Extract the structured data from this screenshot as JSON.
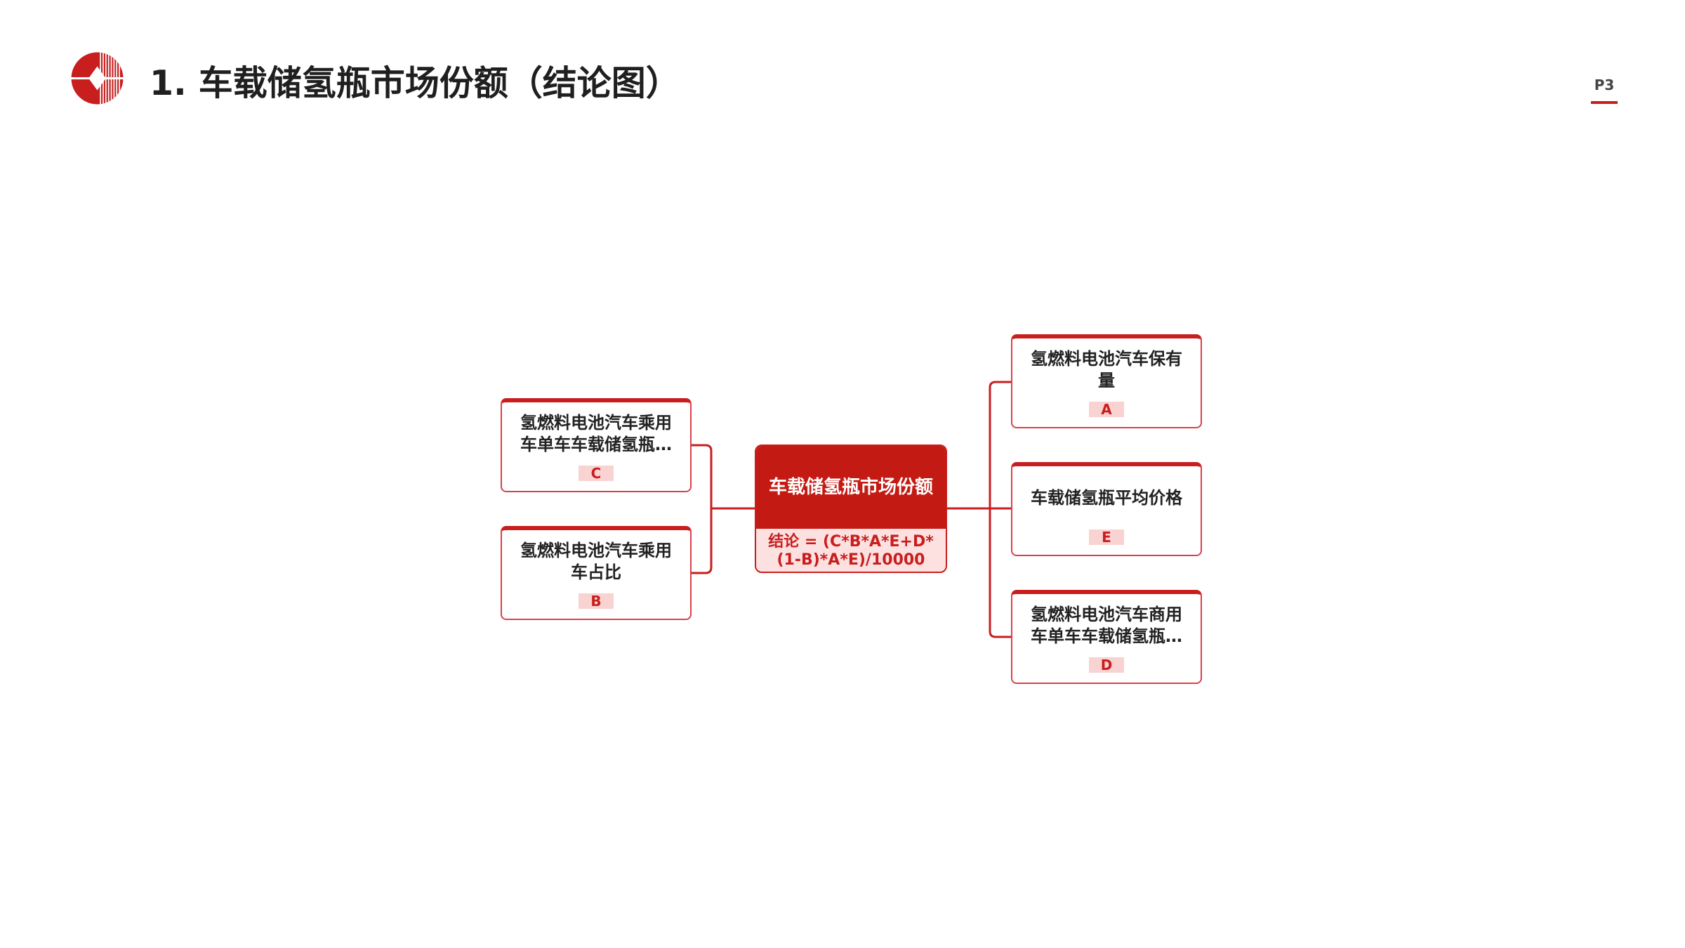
{
  "header": {
    "title": "1.  车载储氢瓶市场份额（结论图）",
    "page_number": "P3"
  },
  "colors": {
    "accent": "#c81e1e",
    "tag_background": "#f9d2d2",
    "formula_background": "#fde0e0"
  },
  "diagram": {
    "center": {
      "title": "车载储氢瓶市场份额",
      "formula_line1": "结论 = (C*B*A*E+D*",
      "formula_line2": "(1-B)*A*E)/10000"
    },
    "left": [
      {
        "label": "氢燃料电池汽车乘用车单车车载储氢瓶…",
        "tag": "C"
      },
      {
        "label": "氢燃料电池汽车乘用车占比",
        "tag": "B"
      }
    ],
    "right": [
      {
        "label": "氢燃料电池汽车保有量",
        "tag": "A"
      },
      {
        "label": "车载储氢瓶平均价格",
        "tag": "E"
      },
      {
        "label": "氢燃料电池汽车商用车单车车载储氢瓶…",
        "tag": "D"
      }
    ]
  }
}
